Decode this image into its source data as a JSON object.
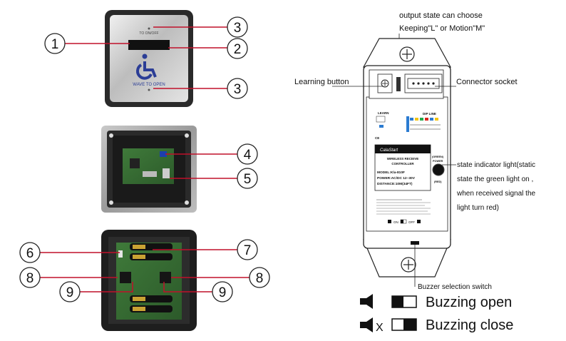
{
  "callouts": {
    "c1": "1",
    "c2": "2",
    "c3a": "3",
    "c3b": "3",
    "c4": "4",
    "c5": "5",
    "c6": "6",
    "c7": "7",
    "c8a": "8",
    "c8b": "8",
    "c9a": "9",
    "c9b": "9"
  },
  "button_panel": {
    "top_text": "TO  ON/OFF",
    "bottom_text": "WAVE TO OPEN"
  },
  "receiver": {
    "output_state_line1": "output state can choose",
    "output_state_line2": "Keeping\"L\" or Motion\"M\"",
    "learning_button": "Learning button",
    "connector_socket": "Connector socket",
    "state_indicator_line1": "state indicator light(static",
    "state_indicator_line2": "state the green light on ,",
    "state_indicator_line3": "when received signal the",
    "state_indicator_line4": "light turn red)",
    "buzzer_switch": "Buzzer selection switch",
    "label_brand": "CalaStart",
    "label_title1": "WIRELESS RECEIVE",
    "label_title2": "CONTROLLER",
    "label_model": "MODEL:Kla-810F",
    "label_power": "POWER:AC/DC 12~30V",
    "label_distance": "DISTANCE:10M(34FT)",
    "learn_text": "LEARN",
    "dip_text": "DIP LINE",
    "ce_text": "CE",
    "green_text": "(GREEN)",
    "power_text": "POWER",
    "red_text": "(RED)",
    "on_text": "ON",
    "off_text": "OFF"
  },
  "legend": {
    "open": "Buzzing open",
    "close": "Buzzing close",
    "x_mark": "X"
  }
}
